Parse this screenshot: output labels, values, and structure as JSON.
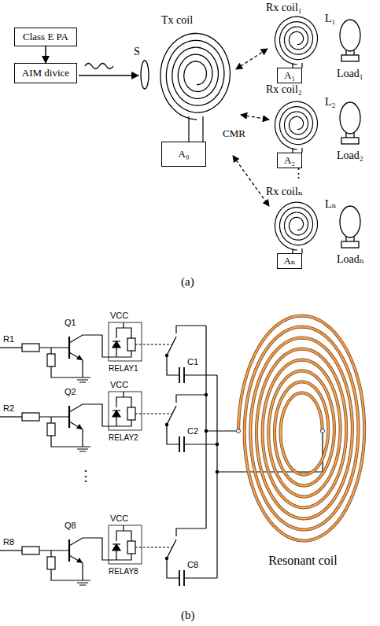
{
  "diagram": {
    "nodes": [
      {
        "text": [
          "Class E PA"
        ]
      },
      {
        "text": [
          "AIM divice"
        ]
      },
      {
        "text": [
          "A₀"
        ]
      },
      {
        "text": [
          "A₁"
        ]
      },
      {
        "text": [
          "A₂"
        ]
      },
      {
        "text": [
          "Aₙ"
        ]
      }
    ],
    "edges": [
      {
        "from": 0,
        "to": 1,
        "arrow": "to"
      }
    ],
    "labels": [
      "Tx coil",
      "S",
      "Rx coil₁",
      "L₁",
      "Load₁",
      "Rx coil₂",
      "L₂",
      "Load₂",
      "⋮",
      "Rx coilₙ",
      "Lₙ",
      "Loadₙ",
      "CMR",
      "(a)",
      "R1",
      "Q1",
      "VCC",
      "RELAY1",
      "C1",
      "R2",
      "Q2",
      "VCC",
      "RELAY2",
      "C2",
      "⋮",
      "R8",
      "Q8",
      "VCC",
      "RELAY8",
      "C8",
      "Resonant coil",
      "(b)"
    ]
  }
}
